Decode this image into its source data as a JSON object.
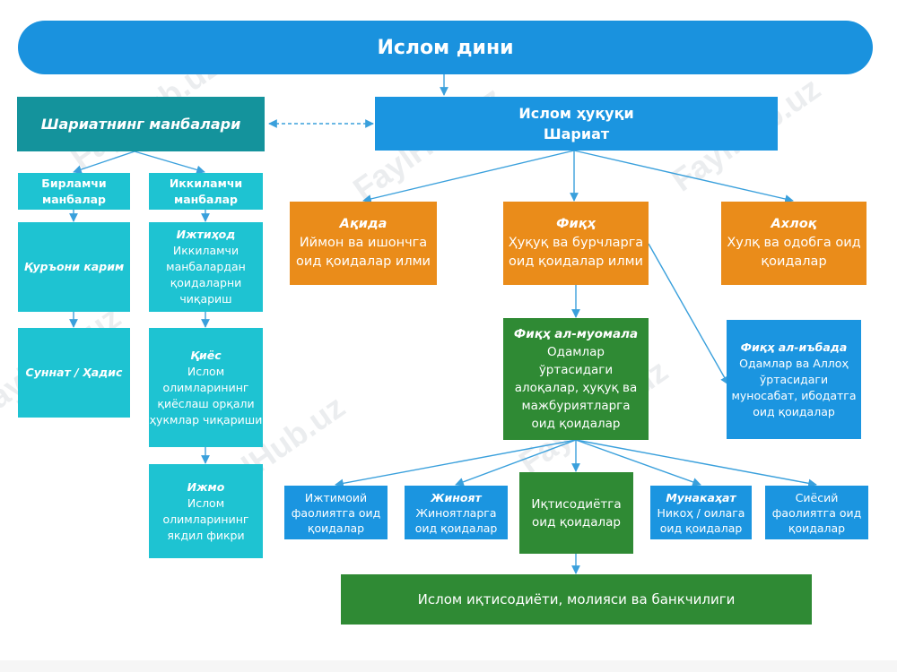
{
  "top": {
    "title": "Ислом дини"
  },
  "sources_header": {
    "title": "Шариатнинг манбалари"
  },
  "law": {
    "line1": "Ислом ҳуқуқи",
    "line2": "Шариат"
  },
  "primary": {
    "title": "Бирламчи манбалар",
    "items": [
      "Қуръони карим",
      "Суннат / Ҳадис"
    ]
  },
  "secondary": {
    "title": "Иккиламчи манбалар",
    "items": [
      {
        "name": "Ижтиҳод",
        "desc": "Иккиламчи манбалардан қоидаларни чиқариш"
      },
      {
        "name": "Қиёс",
        "desc": "Ислом олимларининг қиёслаш орқали ҳукмлар чиқариши"
      },
      {
        "name": "Ижмо",
        "desc": "Ислом олимларининг якдил фикри"
      }
    ]
  },
  "branches": [
    {
      "name": "Ақида",
      "desc": "Иймон ва ишончга оид қоидалар илми"
    },
    {
      "name": "Фиқҳ",
      "desc": "Ҳуқуқ ва бурчларга оид қоидалар илми"
    },
    {
      "name": "Ахлоқ",
      "desc": "Хулқ ва одобга оид қоидалар"
    }
  ],
  "muamala": {
    "name": "Фиқҳ ал-муомала",
    "desc": "Одамлар ўртасидаги алоқалар, ҳуқуқ ва мажбуриятларга оид қоидалар"
  },
  "ibada": {
    "name": "Фиқҳ ал-иъбада",
    "desc": "Одамлар ва Аллоҳ ўртасидаги муносабат, ибодатга оид қоидалар"
  },
  "categories": [
    {
      "name": "",
      "desc": "Ижтимоий фаолиятга оид қоидалар"
    },
    {
      "name": "Жиноят",
      "desc": "Жиноятларга оид қоидалар"
    },
    {
      "name": "",
      "desc": "Иқтисодиётга оид қоидалар"
    },
    {
      "name": "Мунакаҳат",
      "desc": "Никоҳ / оилага оид қоидалар"
    },
    {
      "name": "",
      "desc": "Сиёсий фаолиятга оид қоидалар"
    }
  ],
  "economy": {
    "title": "Ислом иқтисодиёти, молияси ва банкчилиги"
  },
  "watermark": "FaylHub.uz",
  "colors": {
    "cyan": "#1ec3d2",
    "blue": "#1b95e0",
    "orange": "#ea8c1a",
    "green": "#2f8a34",
    "teal": "#14939c",
    "top_bar": "#1a92de",
    "connector": "#3aa0dc"
  }
}
